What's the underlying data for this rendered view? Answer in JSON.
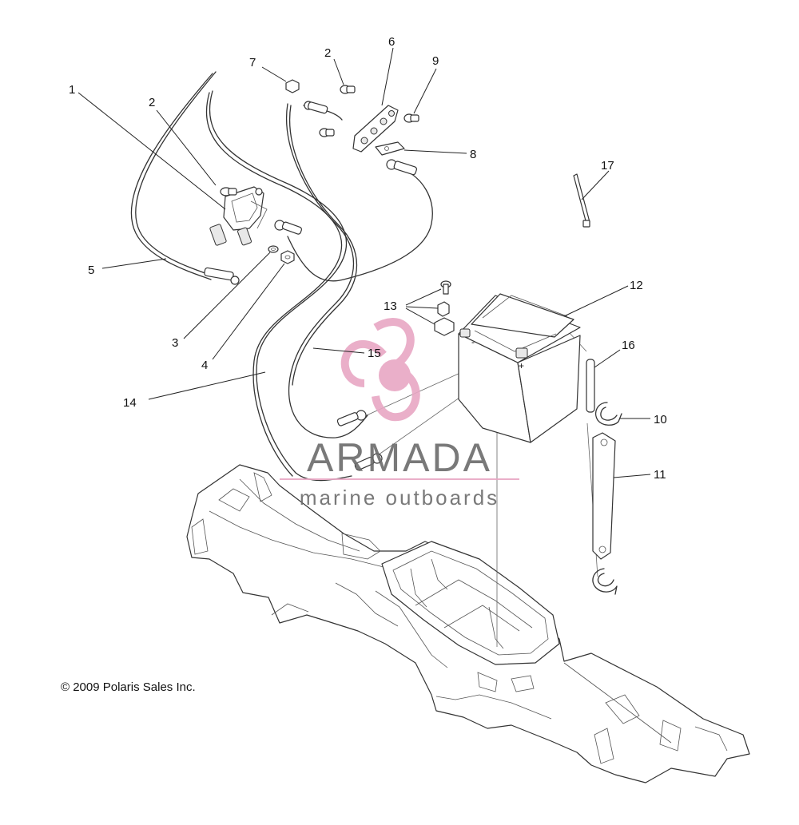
{
  "callouts": [
    {
      "label": "1"
    },
    {
      "label": "2"
    },
    {
      "label": "3"
    },
    {
      "label": "4"
    },
    {
      "label": "5"
    },
    {
      "label": "14"
    },
    {
      "label": "7"
    },
    {
      "label": "2"
    },
    {
      "label": "6"
    },
    {
      "label": "9"
    },
    {
      "label": "8"
    },
    {
      "label": "17"
    },
    {
      "label": "12"
    },
    {
      "label": "13"
    },
    {
      "label": "15"
    },
    {
      "label": "16"
    },
    {
      "label": "10"
    },
    {
      "label": "11"
    }
  ],
  "battery_terminal_symbols": {
    "negative": "-",
    "positive": "+"
  },
  "watermark": {
    "title": "ARMADA",
    "subtitle": "marine outboards",
    "accent_color": "#e8a7c4",
    "text_color": "#6b6b6b"
  },
  "copyright": "© 2009 Polaris Sales Inc."
}
